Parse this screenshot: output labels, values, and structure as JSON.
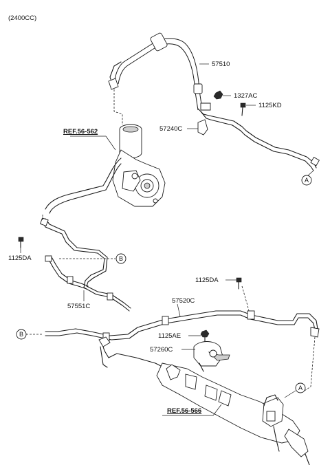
{
  "header": {
    "engine_variant": "(2400CC)"
  },
  "labels": {
    "hose_57510": "57510",
    "nut_1327AC": "1327AC",
    "bolt_1125KD": "1125KD",
    "bracket_57240C": "57240C",
    "ref_pump": "REF.56-562",
    "bolt_1125DA_left": "1125DA",
    "tube_57551C": "57551C",
    "bolt_1125DA_right": "1125DA",
    "tube_57520C": "57520C",
    "bolt_1125AE": "1125AE",
    "bracket_57260C": "57260C",
    "ref_gear": "REF.56-566"
  },
  "connectors": {
    "a_top": "A",
    "b_mid": "B",
    "b_left": "B",
    "a_bottom": "A"
  }
}
